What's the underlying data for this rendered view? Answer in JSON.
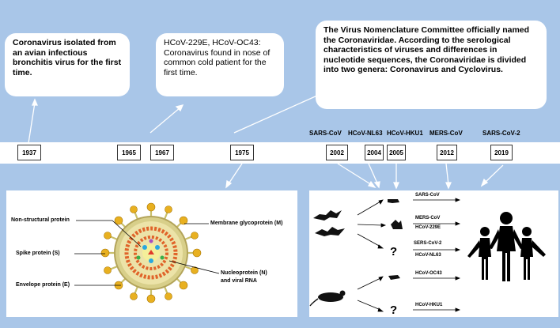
{
  "callouts": {
    "c1937": "Coronavirus isolated from an avian infectious bronchitis virus for the first time.",
    "c1965": "HCoV-229E, HCoV-OC43: Coronavirus found in nose of common cold patient for the first time.",
    "c1975": "The Virus Nomenclature Committee officially named the Coronaviridae. According to the serological characteristics of viruses and differences in nucleotide sequences, the Coronaviridae is divided into two genera: Coronavirus and Cyclovirus."
  },
  "timeline": {
    "years": [
      "1937",
      "1965",
      "1967",
      "1975",
      "2002",
      "2004",
      "2005",
      "2012",
      "2019"
    ],
    "viruses": [
      "SARS-CoV",
      "HCoV-NL63",
      "HCoV-HKU1",
      "MERS-CoV",
      "SARS-CoV-2"
    ]
  },
  "structure_labels": {
    "nsp": "Non-structural protein",
    "spike": "Spike protein (S)",
    "envelope": "Envelope  protein (E)",
    "membrane": "Membrane glycoprotein (M)",
    "nucleo": "Nucleoprotein (N)",
    "rna": "and viral RNA"
  },
  "transmission": {
    "sars": "SARS-CoV",
    "mers": "MERS-CoV",
    "hcov229e": "HCoV-229E",
    "sers2": "SERS-CoV-2",
    "nl63": "HCoV-NL63",
    "oc43": "HCoV-OC43",
    "hku1": "HCoV-HKU1",
    "q1": "?",
    "q2": "?"
  }
}
